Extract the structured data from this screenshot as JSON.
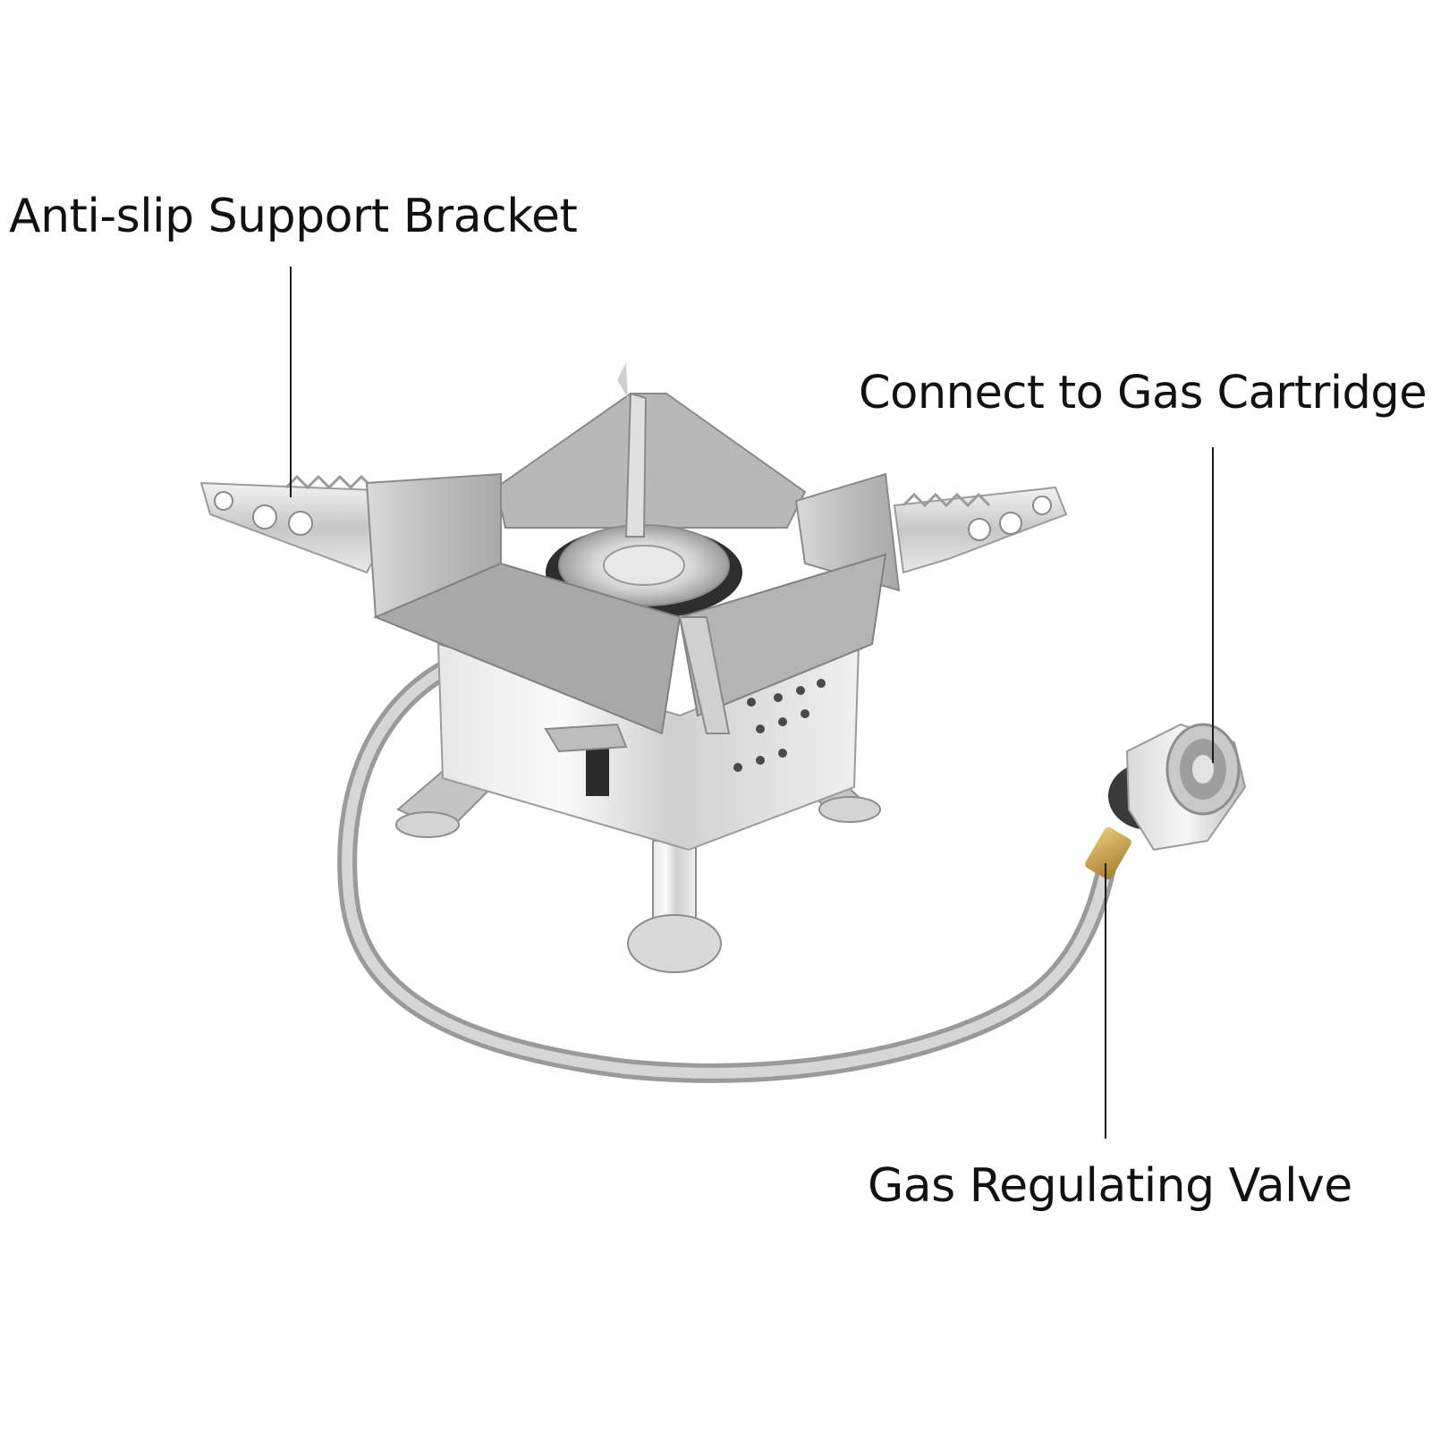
{
  "labels": {
    "bracket": "Anti-slip Support Bracket",
    "cartridge": "Connect to Gas Cartridge",
    "valve": "Gas Regulating Valve"
  },
  "colors": {
    "background": "#ffffff",
    "text": "#111111",
    "steel_light": "#e4e4e4",
    "steel_mid": "#b5b5b5",
    "steel_dark": "#8a8a8a",
    "brass": "#c9a24a"
  }
}
